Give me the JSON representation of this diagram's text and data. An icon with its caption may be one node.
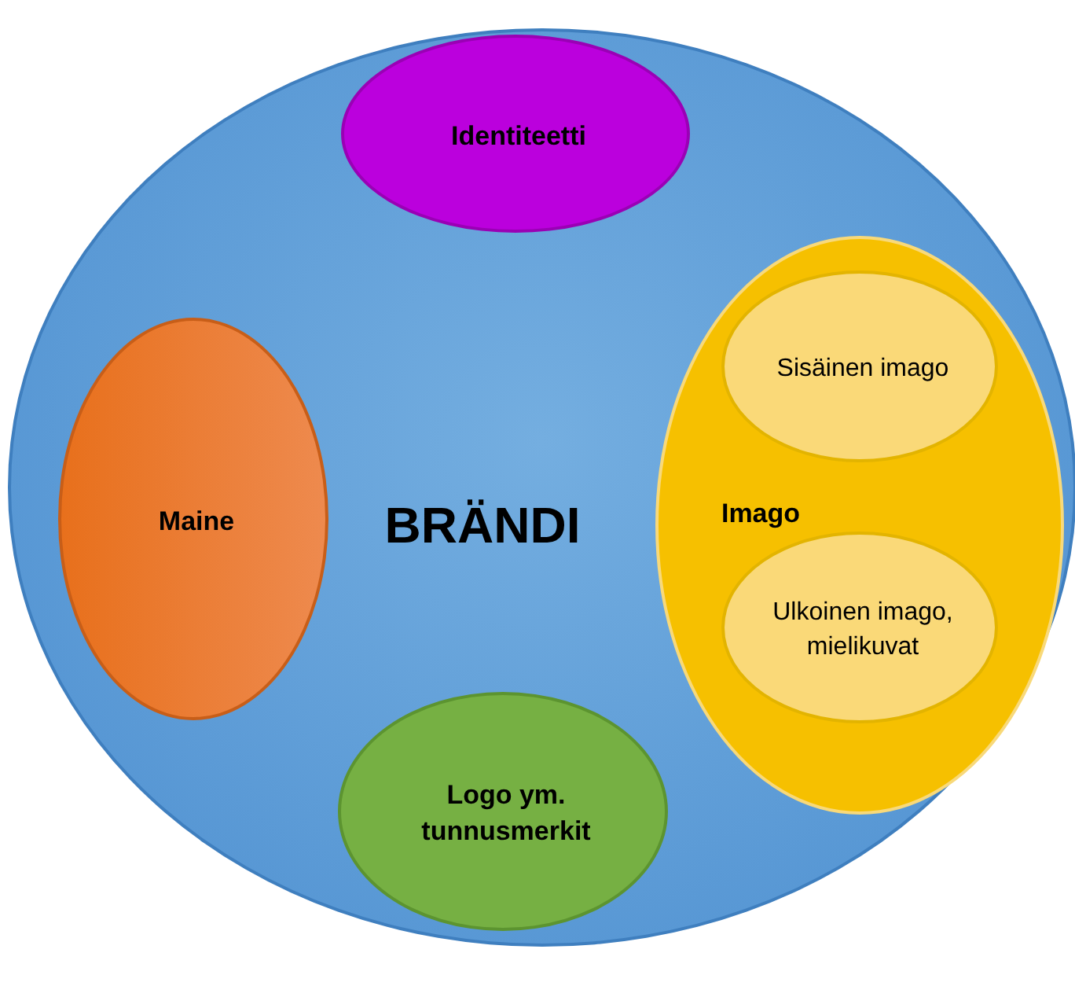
{
  "diagram": {
    "nodes": [
      {
        "text": [
          "BRÄNDI"
        ]
      },
      {
        "text": [
          "Identiteetti"
        ],
        "in": 0
      },
      {
        "text": [
          "Maine"
        ],
        "in": 0
      },
      {
        "text": [
          "Imago"
        ],
        "in": 0
      },
      {
        "text": [
          "Sisäinen imago"
        ],
        "in": 3
      },
      {
        "text": [
          "Ulkoinen imago, mielikuvat"
        ],
        "in": 3
      },
      {
        "text": [
          "Logo ym. tunnusmerkit"
        ],
        "in": 0
      }
    ]
  }
}
